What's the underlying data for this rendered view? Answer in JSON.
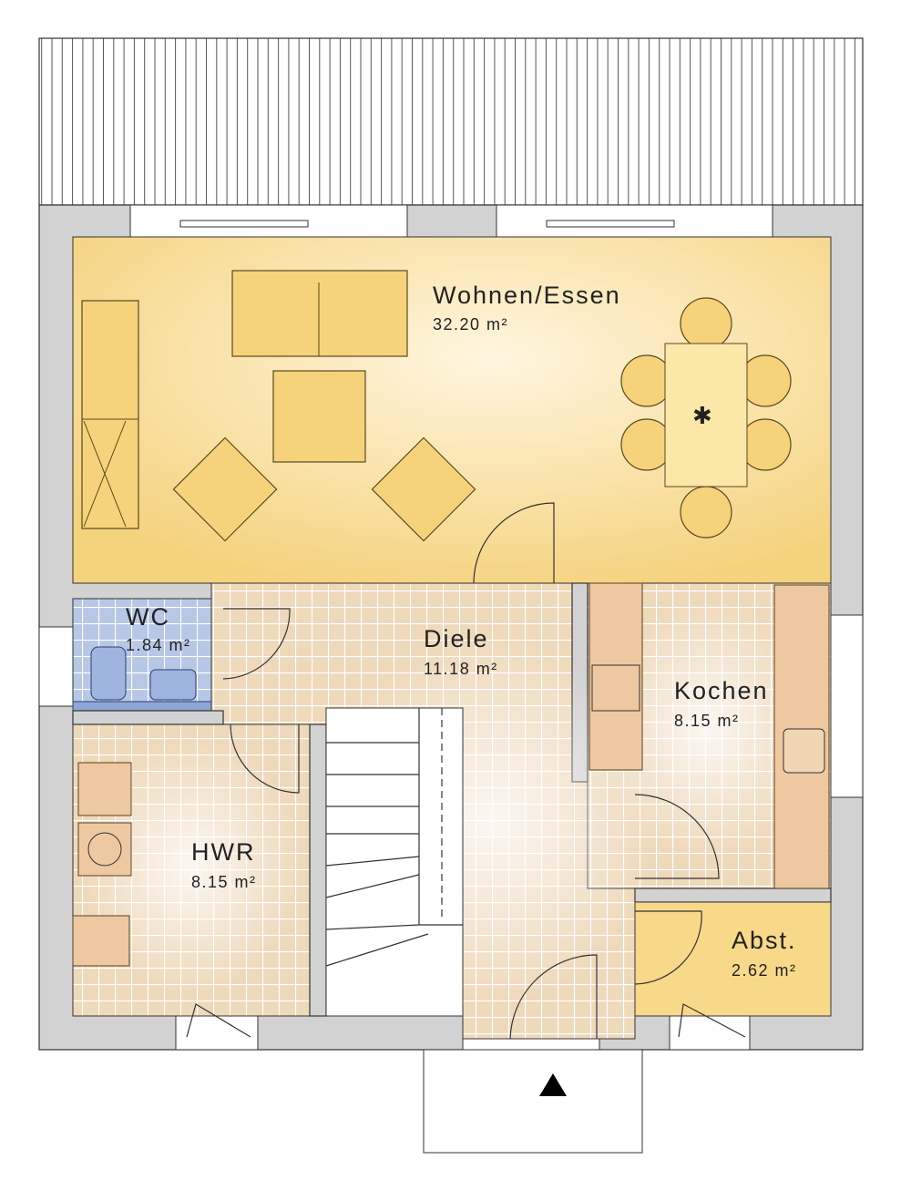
{
  "plan": {
    "rooms": [
      {
        "name": "Wohnen/Essen",
        "area": "32.20 m²"
      },
      {
        "name": "WC",
        "area": "1.84 m²"
      },
      {
        "name": "Diele",
        "area": "11.18 m²"
      },
      {
        "name": "Kochen",
        "area": "8.15 m²"
      },
      {
        "name": "HWR",
        "area": "8.15 m²"
      },
      {
        "name": "Abst.",
        "area": "2.62 m²"
      }
    ],
    "entrance_icon": "north-arrow-triangle",
    "colors": {
      "living": "#f7d98a",
      "wc": "#b7c7e6",
      "tile": "#efd9bb",
      "abst": "#f8d98a",
      "wall": "#d2d2d2"
    }
  }
}
